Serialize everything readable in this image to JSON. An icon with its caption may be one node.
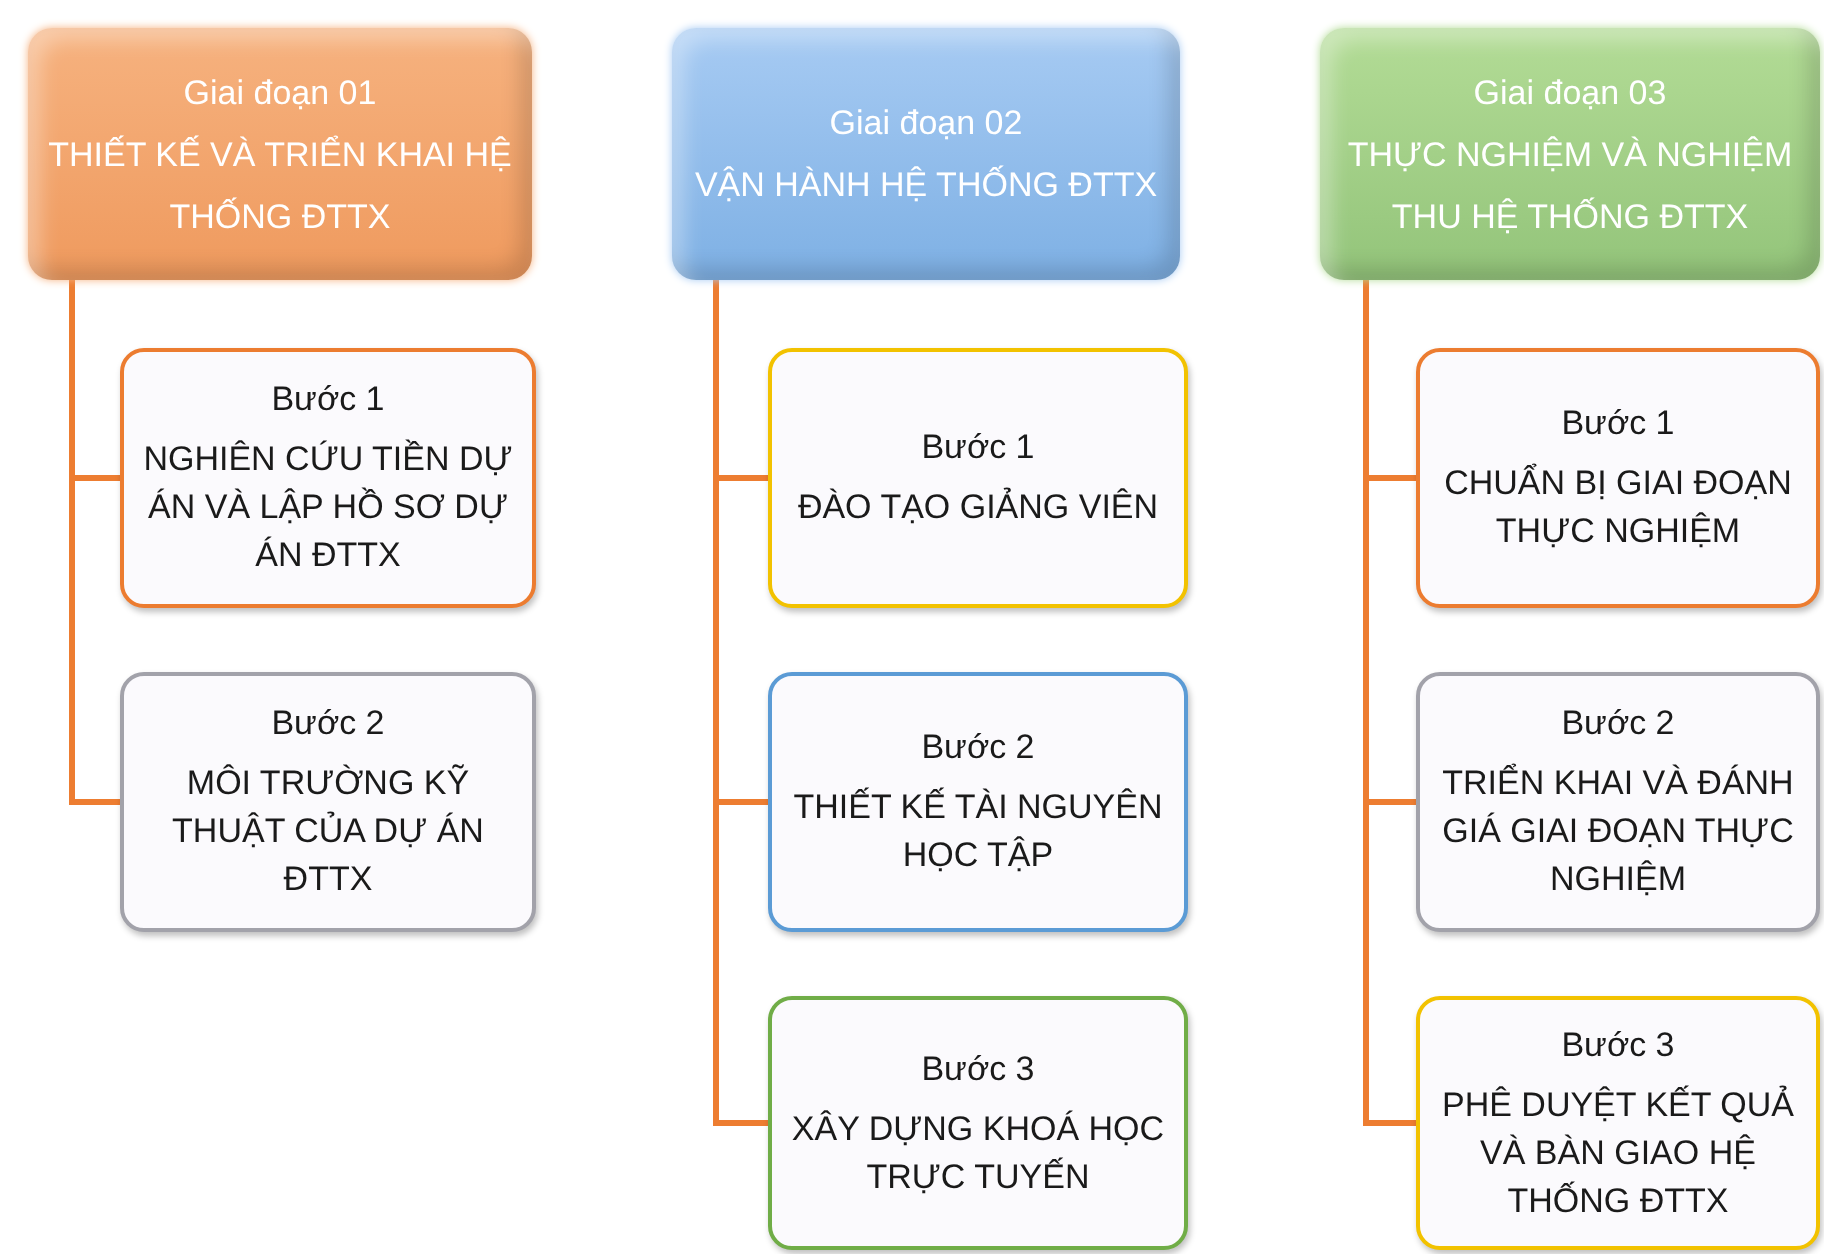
{
  "diagram": {
    "nodes": [
      {
        "text": [
          "Giai đoạn 01",
          "THIẾT KẾ VÀ TRIỂN KHAI HỆ THỐNG ĐTTX"
        ]
      },
      {
        "text": [
          "Bước 1",
          "NGHIÊN CỨU TIỀN DỰ ÁN VÀ LẬP HỒ SƠ DỰ ÁN ĐTTX"
        ]
      },
      {
        "text": [
          "Bước 2",
          "MÔI TRƯỜNG KỸ THUẬT CỦA DỰ ÁN ĐTTX"
        ]
      },
      {
        "text": [
          "Giai đoạn 02",
          "VẬN HÀNH HỆ THỐNG ĐTTX"
        ]
      },
      {
        "text": [
          "Bước 1",
          "ĐÀO TẠO GIẢNG VIÊN"
        ]
      },
      {
        "text": [
          "Bước 2",
          "THIẾT KẾ TÀI NGUYÊN HỌC TẬP"
        ]
      },
      {
        "text": [
          "Bước 3",
          "XÂY DỰNG KHOÁ HỌC TRỰC TUYẾN"
        ]
      },
      {
        "text": [
          "Giai đoạn 03",
          "THỰC NGHIỆM VÀ NGHIỆM THU HỆ THỐNG ĐTTX"
        ]
      },
      {
        "text": [
          "Bước 1",
          "CHUẨN BỊ GIAI ĐOẠN THỰC NGHIỆM"
        ]
      },
      {
        "text": [
          "Bước 2",
          "TRIỂN KHAI VÀ ĐÁNH GIÁ GIAI ĐOẠN THỰC NGHIỆM"
        ]
      },
      {
        "text": [
          "Bước 3",
          "PHÊ DUYỆT KẾT QUẢ VÀ BÀN GIAO HỆ THỐNG ĐTTX"
        ]
      }
    ],
    "edges": [
      {
        "from": 0,
        "to": 1,
        "arrow": "none"
      },
      {
        "from": 0,
        "to": 2,
        "arrow": "none"
      },
      {
        "from": 3,
        "to": 4,
        "arrow": "none"
      },
      {
        "from": 3,
        "to": 5,
        "arrow": "none"
      },
      {
        "from": 3,
        "to": 6,
        "arrow": "none"
      },
      {
        "from": 7,
        "to": 8,
        "arrow": "none"
      },
      {
        "from": 7,
        "to": 9,
        "arrow": "none"
      },
      {
        "from": 7,
        "to": 10,
        "arrow": "none"
      }
    ]
  }
}
